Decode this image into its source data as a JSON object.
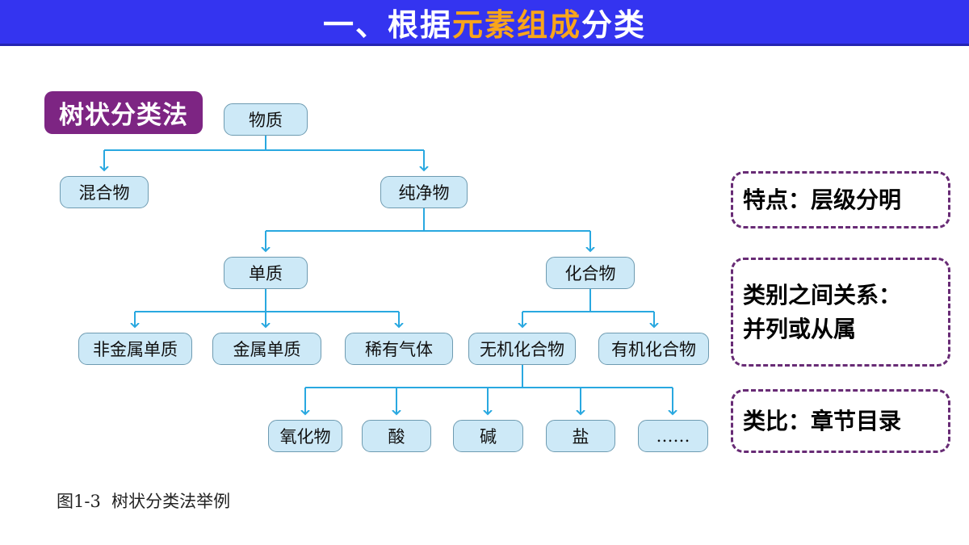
{
  "header": {
    "title_prefix": "一、根据",
    "title_highlight": "元素组成",
    "title_suffix": "分类"
  },
  "method_label": "树状分类法",
  "tree": {
    "nodes": [
      {
        "label": "物质"
      },
      {
        "label": "混合物"
      },
      {
        "label": "纯净物"
      },
      {
        "label": "单质"
      },
      {
        "label": "化合物"
      },
      {
        "label": "非金属单质"
      },
      {
        "label": "金属单质"
      },
      {
        "label": "稀有气体"
      },
      {
        "label": "无机化合物"
      },
      {
        "label": "有机化合物"
      },
      {
        "label": "氧化物"
      },
      {
        "label": "酸"
      },
      {
        "label": "碱"
      },
      {
        "label": "盐"
      },
      {
        "label": "……"
      }
    ]
  },
  "notes": [
    {
      "lines": [
        "特点：层级分明"
      ]
    },
    {
      "lines": [
        "类别之间关系：",
        "并列或从属"
      ]
    },
    {
      "lines": [
        "类比：章节目录"
      ]
    }
  ],
  "caption": "图1-3  树状分类法举例",
  "colors": {
    "header_bg": "#3434F0",
    "title_highlight": "#F9A51A",
    "method_label_bg": "#7D2583",
    "note_border": "#682B75",
    "node_fill": "#CDE9F7",
    "node_border": "#6E9BB1",
    "connector": "#29A8E0"
  }
}
